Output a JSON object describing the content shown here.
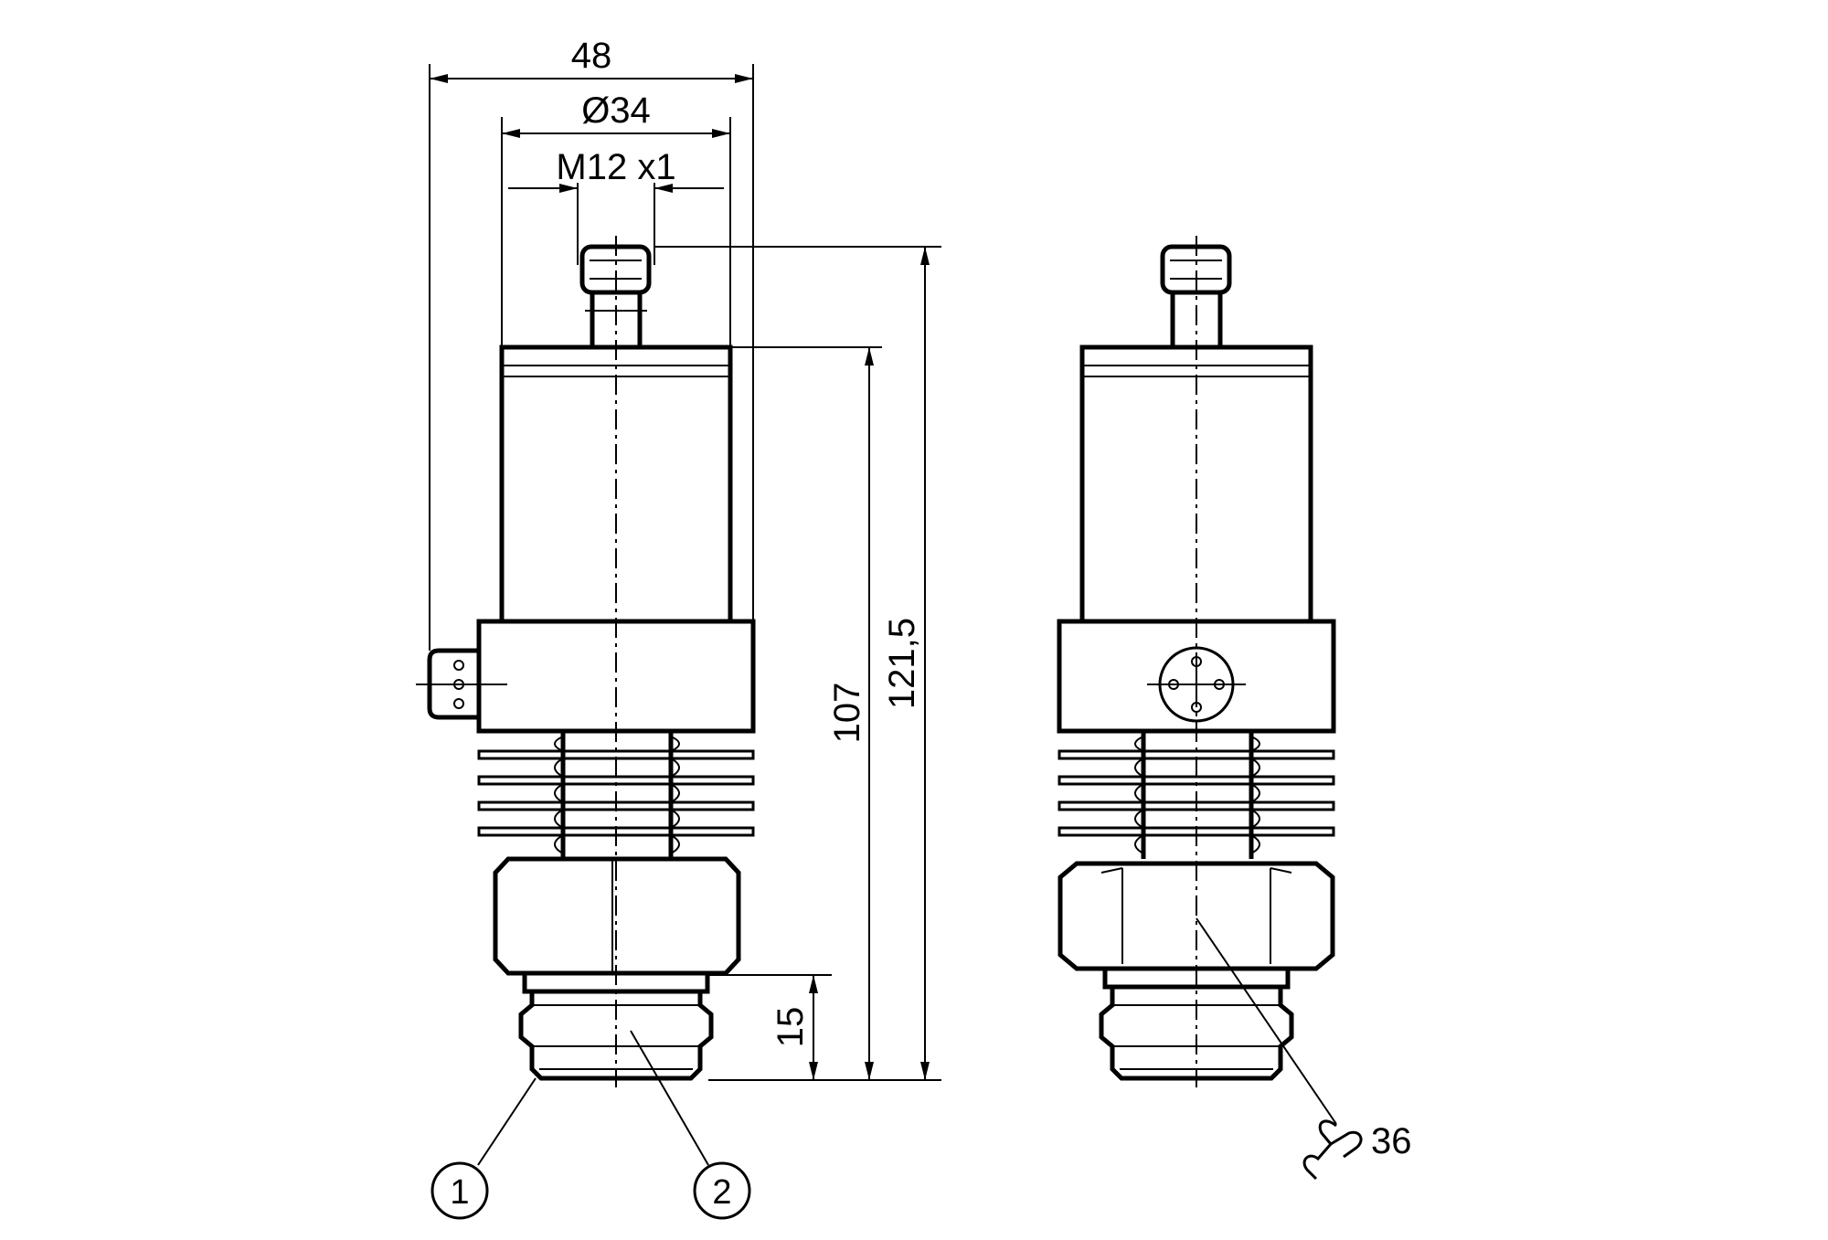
{
  "dimensions": {
    "overall_width": "48",
    "housing_diameter": "Ø34",
    "connector_thread": "M12 x1",
    "height_to_housing": "107",
    "total_height": "121,5",
    "thread_length": "15",
    "wrench_size": "36"
  },
  "callouts": [
    "1",
    "2"
  ]
}
